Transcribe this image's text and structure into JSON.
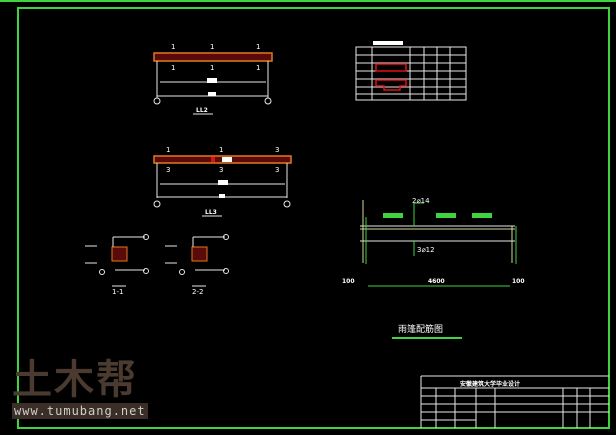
{
  "drawing": {
    "beam_ll2": {
      "title": "LL2",
      "marks": [
        "1",
        "1",
        "1",
        "1",
        "1",
        "1"
      ]
    },
    "beam_ll3": {
      "title": "LL3",
      "marks": [
        "1",
        "1",
        "3",
        "3",
        "3",
        "3"
      ]
    },
    "sections": [
      {
        "title": "1-1"
      },
      {
        "title": "2-2"
      }
    ],
    "canopy": {
      "title": "雨篷配筋图",
      "top_bar": "2⌀14",
      "bottom_bar": "3⌀12",
      "dim_left": "100",
      "dim_span": "4600",
      "dim_right": "100"
    },
    "title_block": {
      "school": "安徽建筑大学毕业设计"
    }
  },
  "watermark": {
    "logo": "土木帮",
    "url": "www.tumubang.net"
  },
  "colors": {
    "frame": "#3fd43f",
    "beam": "#e07a20",
    "rebar_red": "#e01010"
  }
}
